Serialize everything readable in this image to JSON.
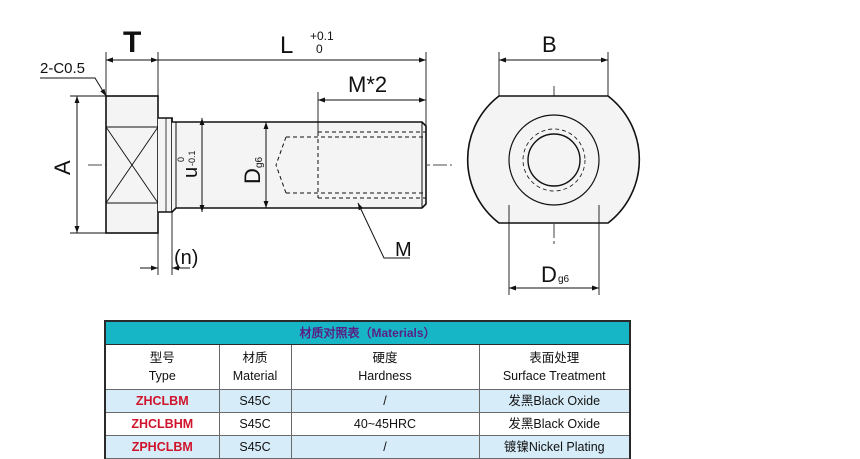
{
  "drawing": {
    "labels": {
      "T": "T",
      "L": "L",
      "L_tol_upper": "+0.1",
      "L_tol_lower": "0",
      "chamfer": "2-C0.5",
      "M2": "M*2",
      "A": "A",
      "u": "u",
      "u_tol_upper": "0",
      "u_tol_lower": "-0.1",
      "D": "D",
      "D_fit": "g6",
      "n": "(n)",
      "M": "M",
      "B": "B",
      "D2": "D",
      "D2_fit": "g6"
    }
  },
  "table": {
    "title": "材质对照表（Materials）",
    "columns": [
      {
        "cn": "型号",
        "en": "Type"
      },
      {
        "cn": "材质",
        "en": "Material"
      },
      {
        "cn": "硬度",
        "en": "Hardness"
      },
      {
        "cn": "表面处理",
        "en": "Surface Treatment"
      }
    ],
    "rows": [
      {
        "type": "ZHCLBM",
        "material": "S45C",
        "hardness": "/",
        "treatment": "发黑Black Oxide"
      },
      {
        "type": "ZHCLBHM",
        "material": "S45C",
        "hardness": "40~45HRC",
        "treatment": "发黑Black Oxide"
      },
      {
        "type": "ZPHCLBM",
        "material": "S45C",
        "hardness": "/",
        "treatment": "镀镍Nickel Plating"
      }
    ],
    "colors": {
      "title_bg": "#17b6c6",
      "title_text": "#5a1f86",
      "type_text": "#d0142c",
      "alt_row_bg": "#d6ecf8"
    }
  }
}
